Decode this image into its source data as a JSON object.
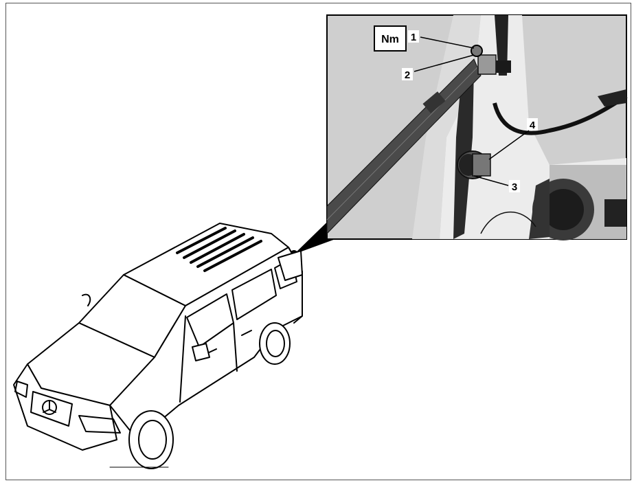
{
  "inset": {
    "torque_symbol": "Nm",
    "callouts": [
      {
        "id": "1",
        "label": "1"
      },
      {
        "id": "2",
        "label": "2"
      },
      {
        "id": "3",
        "label": "3"
      },
      {
        "id": "4",
        "label": "4"
      }
    ]
  },
  "colors": {
    "line": "#000000",
    "photo_bg": "#c9c9c9",
    "panel": "#e9e9e9",
    "belt": "#5a5a5a"
  }
}
